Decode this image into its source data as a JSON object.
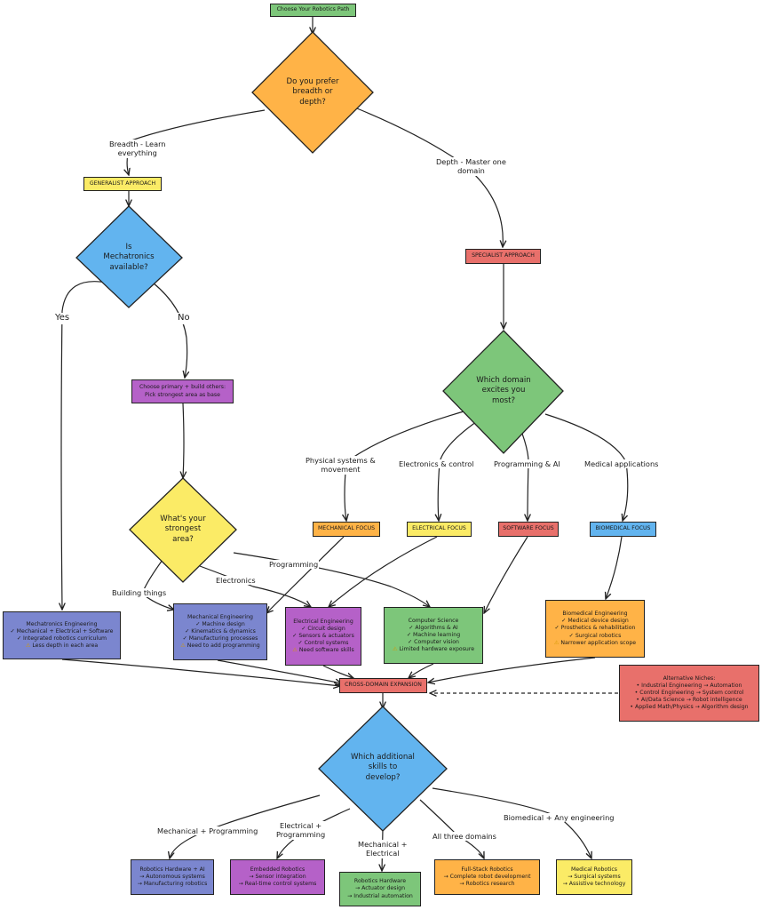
{
  "title": "Choose Your Robotics Path",
  "decisions": {
    "breadth_depth": {
      "lines": [
        "Do you prefer",
        "breadth or",
        "depth?"
      ],
      "color": "#ffb347"
    },
    "mechatronics": {
      "lines": [
        "Is",
        "Mechatronics",
        "available?"
      ],
      "color": "#62b4ef"
    },
    "domain": {
      "lines": [
        "Which domain",
        "excites you",
        "most?"
      ],
      "color": "#7dc67a"
    },
    "strongest": {
      "lines": [
        "What's your",
        "strongest",
        "area?"
      ],
      "color": "#fbeb66"
    },
    "additional": {
      "lines": [
        "Which additional",
        "skills to",
        "develop?"
      ],
      "color": "#62b4ef"
    }
  },
  "approaches": {
    "generalist": "GENERALIST APPROACH",
    "specialist": "SPECIALIST APPROACH",
    "choose_primary": [
      "Choose primary + build others:",
      "Pick strongest area as base"
    ]
  },
  "focus": {
    "mechanical": "MECHANICAL FOCUS",
    "electrical": "ELECTRICAL FOCUS",
    "software": "SOFTWARE FOCUS",
    "biomedical": "BIOMEDICAL FOCUS"
  },
  "degrees": {
    "mechatronics": [
      "Mechatronics Engineering",
      "✓ Mechanical + Electrical + Software",
      "✓ Integrated robotics curriculum",
      "⚠ Less depth in each area"
    ],
    "mechanical": [
      "Mechanical Engineering",
      "✓ Machine design",
      "✓ Kinematics & dynamics",
      "✓ Manufacturing processes",
      "⚠ Need to add programming"
    ],
    "electrical": [
      "Electrical Engineering",
      "✓ Circuit design",
      "✓ Sensors & actuators",
      "✓ Control systems",
      "⚠ Need software skills"
    ],
    "computer_science": [
      "Computer Science",
      "✓ Algorithms & AI",
      "✓ Machine learning",
      "✓ Computer vision",
      "⚠ Limited hardware exposure"
    ],
    "biomedical": [
      "Biomedical Engineering",
      "✓ Medical device design",
      "✓ Prosthetics & rehabilitation",
      "✓ Surgical robotics",
      "⚠ Narrower application scope"
    ]
  },
  "cross_domain": "CROSS-DOMAIN EXPANSION",
  "alternatives": [
    "Alternative Niches:",
    "• Industrial Engineering → Automation",
    "• Control Engineering → System control",
    "• AI/Data Science → Robot intelligence",
    "• Applied Math/Physics → Algorithm design"
  ],
  "outcomes": {
    "hardware_ai": [
      "Robotics Hardware + AI",
      "→ Autonomous systems",
      "→ Manufacturing robotics"
    ],
    "embedded": [
      "Embedded Robotics",
      "→ Sensor integration",
      "→ Real-time control systems"
    ],
    "hardware": [
      "Robotics Hardware",
      "→ Actuator design",
      "→ Industrial automation"
    ],
    "fullstack": [
      "Full-Stack Robotics",
      "→ Complete robot development",
      "→ Robotics research"
    ],
    "medical": [
      "Medical Robotics",
      "→ Surgical systems",
      "→ Assistive technology"
    ]
  },
  "edge_labels": {
    "breadth": [
      "Breadth - Learn",
      "everything"
    ],
    "depth": [
      "Depth - Master one",
      "domain"
    ],
    "yes": "Yes",
    "no": "No",
    "physical": [
      "Physical systems &",
      "movement"
    ],
    "electronics_control": "Electronics & control",
    "programming_ai": "Programming & AI",
    "medical_apps": "Medical applications",
    "building": "Building things",
    "electronics": "Electronics",
    "programming": "Programming",
    "mech_prog": "Mechanical + Programming",
    "elec_prog": [
      "Electrical +",
      "Programming"
    ],
    "mech_elec": [
      "Mechanical +",
      "Electrical"
    ],
    "all_three": "All three domains",
    "bio_any": "Biomedical + Any engineering"
  },
  "colors": {
    "green": "#7dc67a",
    "orange": "#ffb347",
    "blue": "#62b4ef",
    "yellow": "#fbeb66",
    "red": "#e8706b",
    "indigo": "#7b86cf",
    "purple": "#b561c8"
  }
}
